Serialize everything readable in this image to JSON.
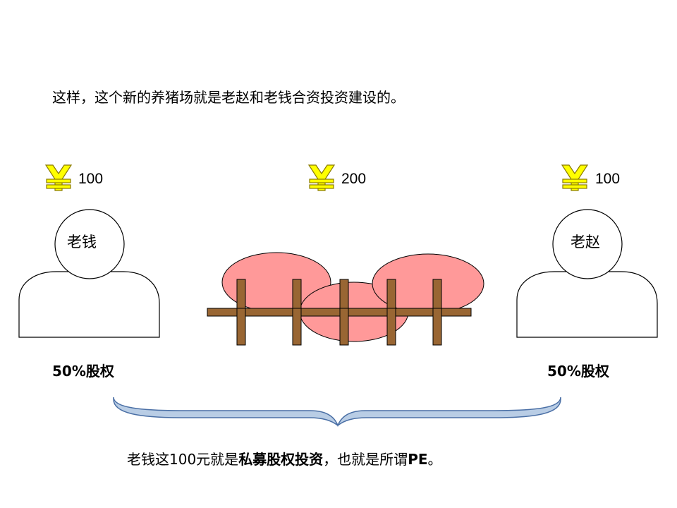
{
  "headline": "这样，这个新的养猪场就是老赵和老钱合资投资建设的。",
  "investors": {
    "left": {
      "name": "老钱",
      "amount": "100",
      "share": "50%股权"
    },
    "right": {
      "name": "老赵",
      "amount": "100",
      "share": "50%股权"
    }
  },
  "farm": {
    "amount": "200"
  },
  "caption": {
    "part1": "老钱这100元就是",
    "bold1": "私募股权投资",
    "part2": "，也就是所谓",
    "bold2": "PE",
    "part3": "。"
  },
  "colors": {
    "yen": "#ffff00",
    "pig": "#ff9999",
    "fence": "#996633",
    "brace": "#b9cde5"
  },
  "icons": [
    "yen-icon",
    "person-icon",
    "pig-icon",
    "fence-icon",
    "brace-icon"
  ]
}
